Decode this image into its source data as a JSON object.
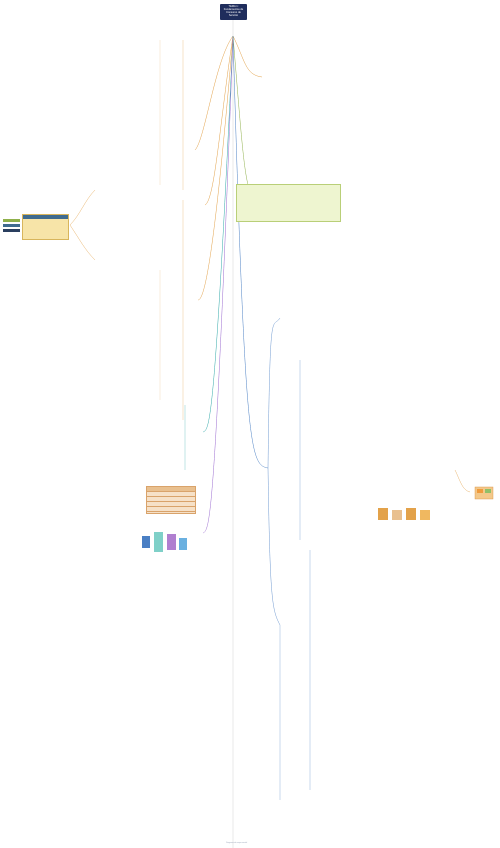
{
  "root": {
    "line1": "TEMA 1:",
    "line2": "Fundamentos de",
    "line3": "Consumo de",
    "line4": "Servicio"
  },
  "colors": {
    "root": "#1f2d5c",
    "orange_branch": "#e3a24a",
    "blue_branch": "#4a7fc4",
    "teal_branch": "#2fa8a8",
    "purple_branch": "#9a6ad0",
    "green_block": "#eef5d0",
    "legend_yellow": "#f7e4a8",
    "legend_header": "#3f6b8f"
  },
  "footer": "Diagrama de mapa mental"
}
